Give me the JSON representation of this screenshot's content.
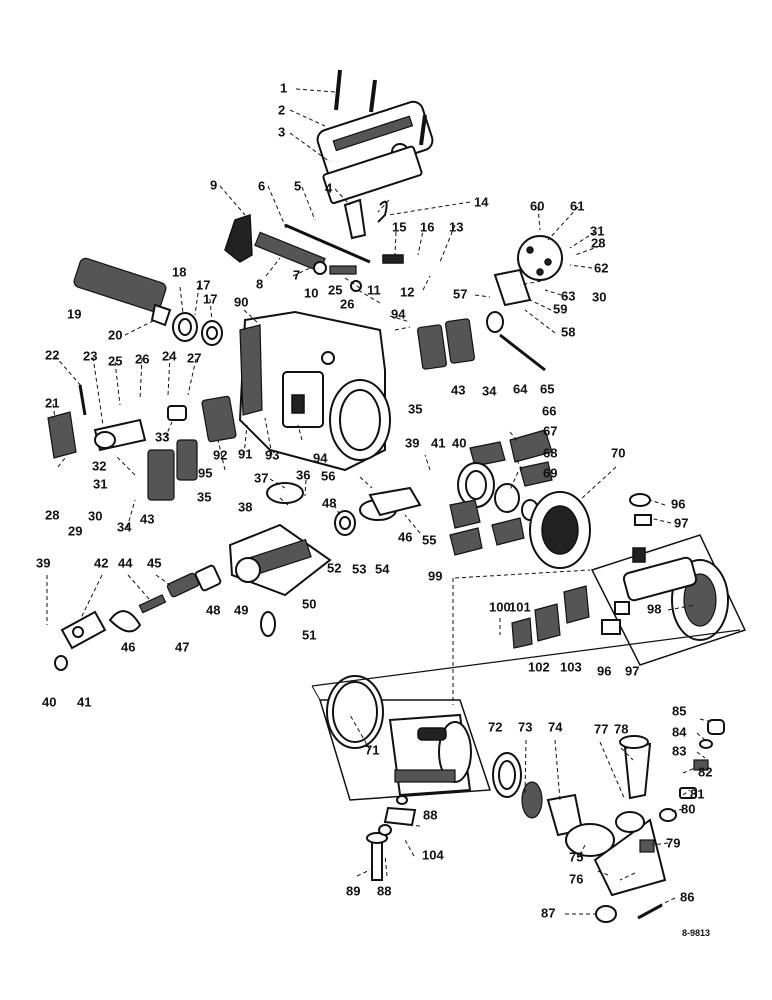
{
  "diagram": {
    "reference": "8-9813",
    "callouts": [
      "1",
      "2",
      "3",
      "4",
      "5",
      "6",
      "7",
      "8",
      "9",
      "10",
      "11",
      "12",
      "13",
      "14",
      "15",
      "16",
      "17",
      "17",
      "18",
      "19",
      "20",
      "21",
      "22",
      "23",
      "24",
      "25",
      "25",
      "26",
      "26",
      "27",
      "28",
      "28",
      "29",
      "30",
      "30",
      "31",
      "31",
      "32",
      "33",
      "34",
      "34",
      "35",
      "35",
      "36",
      "37",
      "38",
      "39",
      "39",
      "40",
      "40",
      "41",
      "41",
      "42",
      "43",
      "43",
      "44",
      "45",
      "46",
      "46",
      "47",
      "48",
      "48",
      "49",
      "50",
      "51",
      "52",
      "53",
      "54",
      "55",
      "56",
      "57",
      "58",
      "59",
      "60",
      "61",
      "62",
      "63",
      "64",
      "65",
      "66",
      "67",
      "68",
      "69",
      "70",
      "71",
      "72",
      "73",
      "74",
      "75",
      "76",
      "77",
      "78",
      "79",
      "80",
      "81",
      "82",
      "83",
      "84",
      "85",
      "86",
      "87",
      "88",
      "88",
      "89",
      "90",
      "91",
      "92",
      "93",
      "94",
      "94",
      "95",
      "96",
      "96",
      "97",
      "97",
      "98",
      "99",
      "100",
      "101",
      "102",
      "103",
      "104"
    ]
  }
}
